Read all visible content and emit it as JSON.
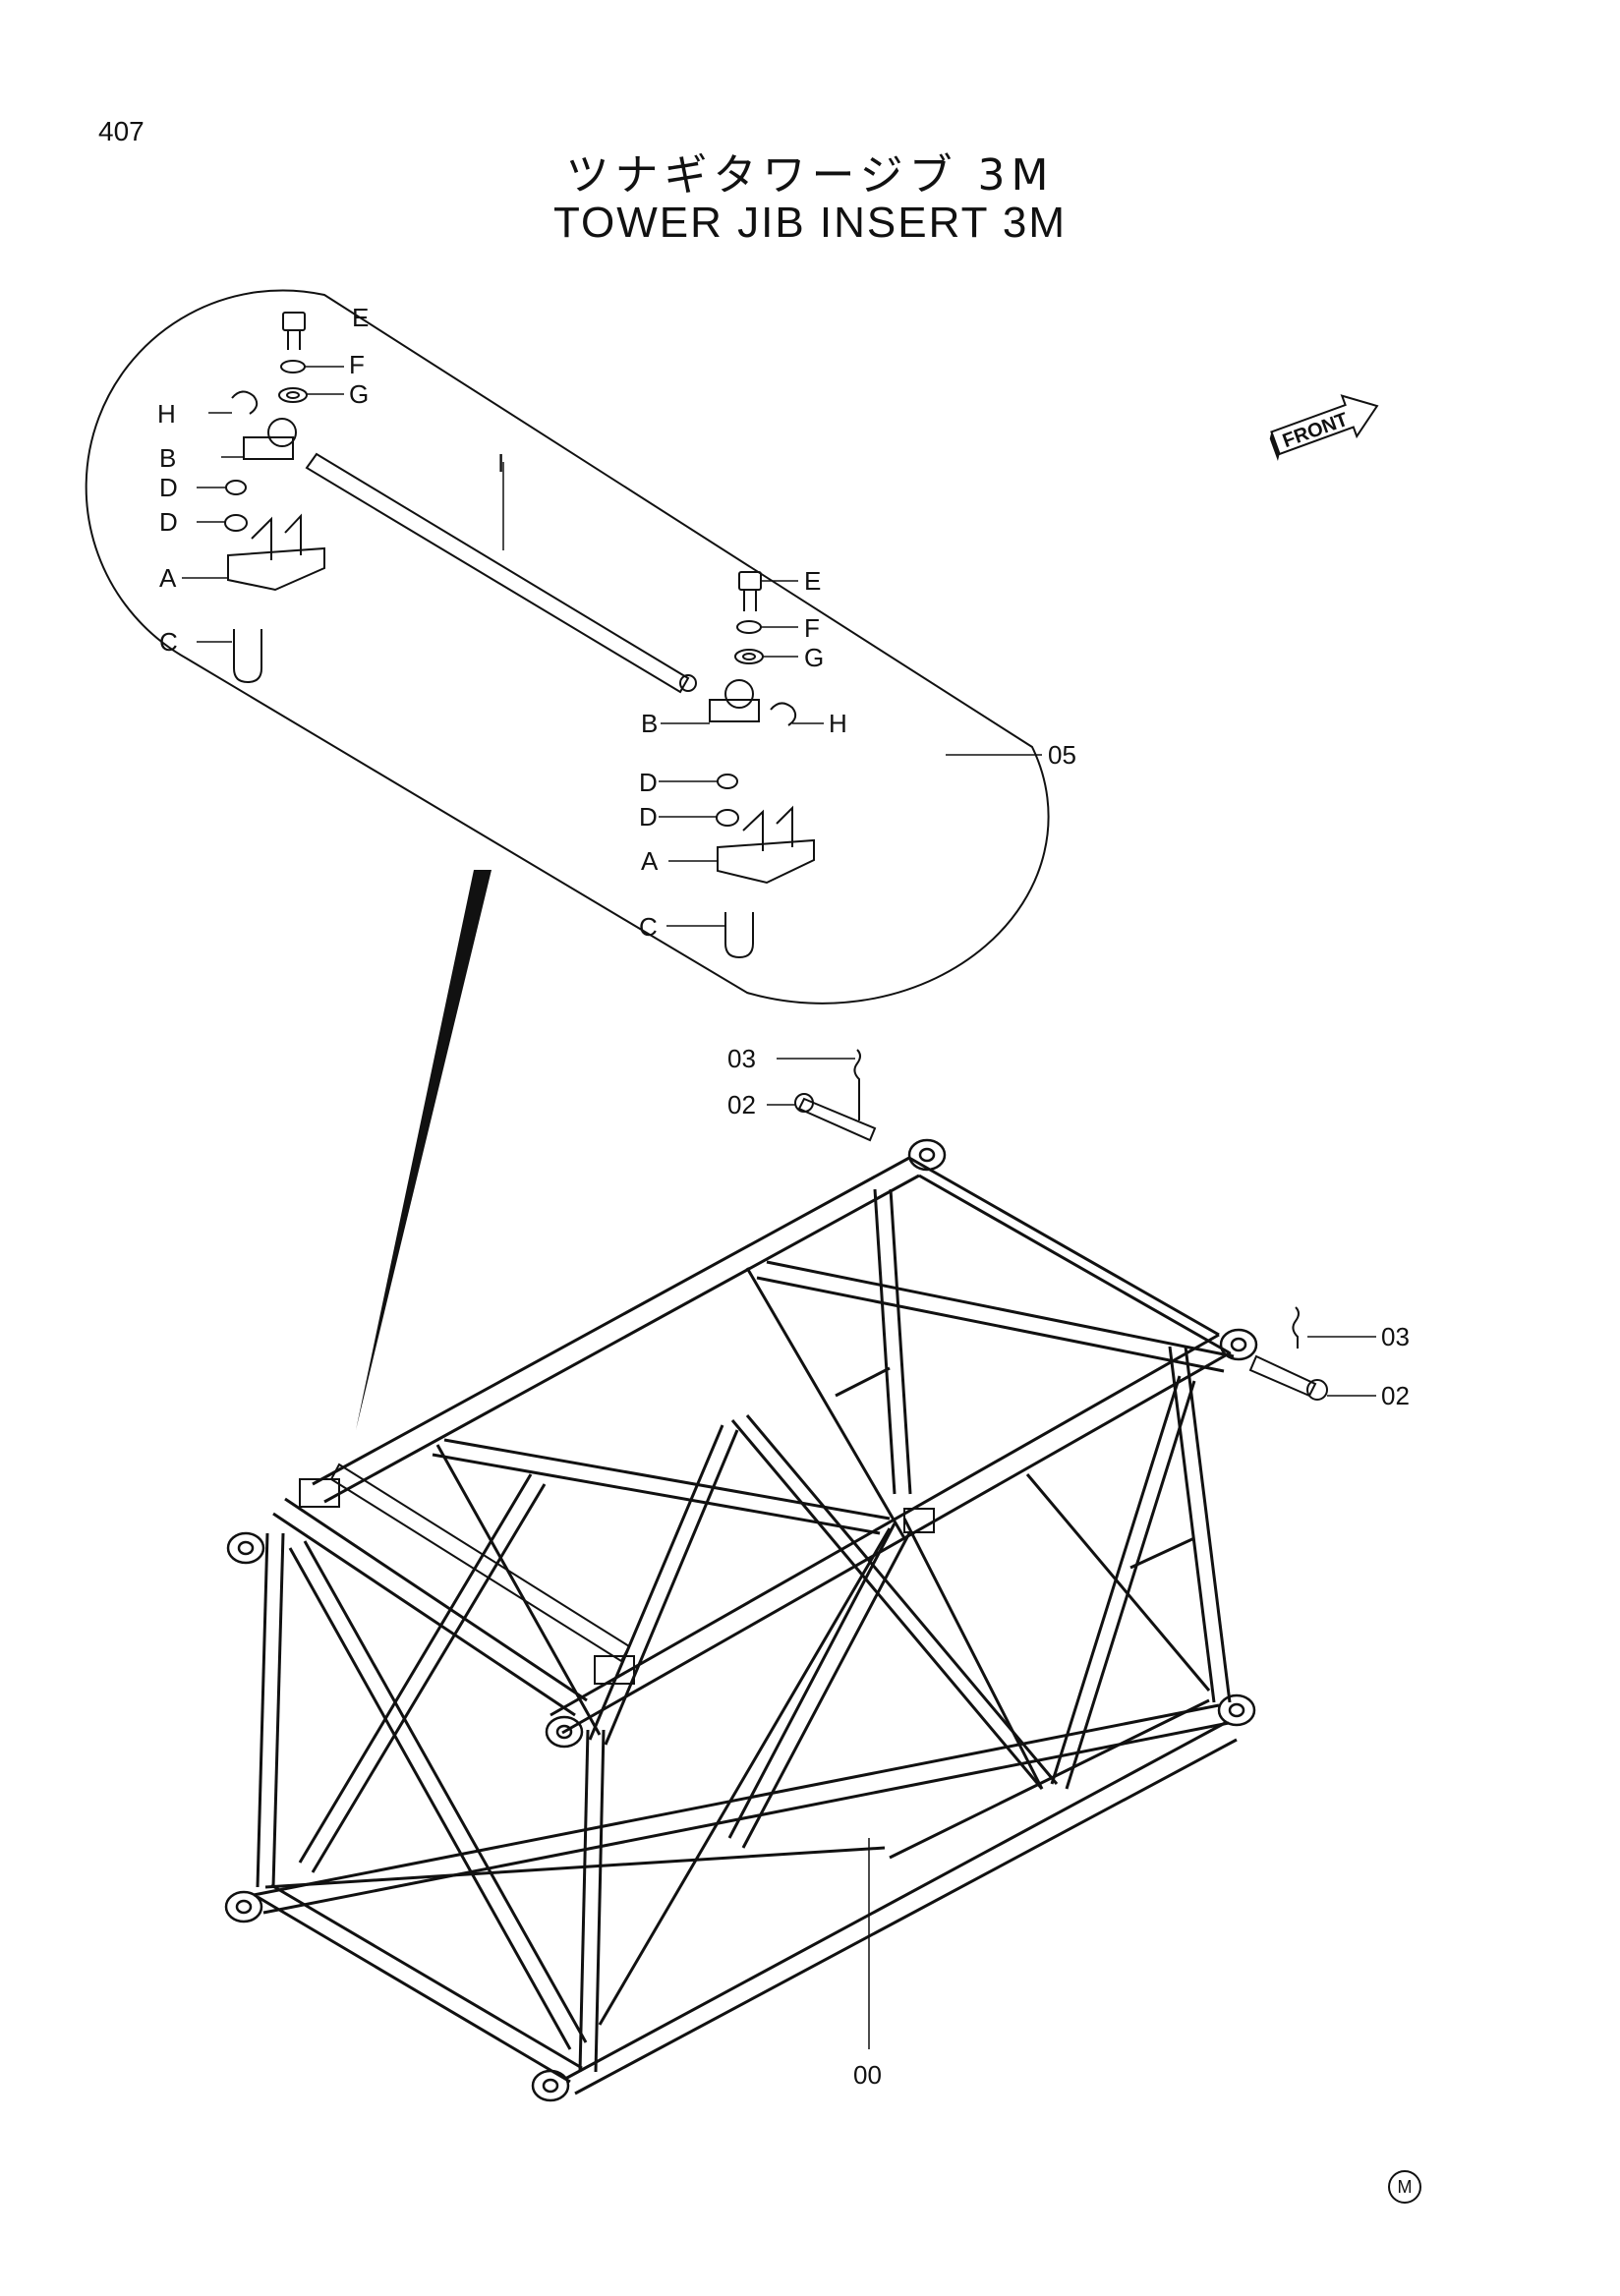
{
  "page_number": "407",
  "title_japanese": "ツナギタワージブ 3M",
  "title_english": "TOWER JIB INSERT 3M",
  "front_marker": "FRONT",
  "detail_callouts": {
    "E1": "E",
    "F1": "F",
    "G1": "G",
    "H1": "H",
    "B1": "B",
    "D1": "D",
    "D2": "D",
    "A1": "A",
    "C1": "C",
    "I": "I",
    "E2": "E",
    "F2": "F",
    "G2": "G",
    "B2": "B",
    "H2": "H",
    "D3": "D",
    "D4": "D",
    "A2": "A",
    "C2": "C"
  },
  "part_callouts": {
    "p05": "05",
    "p03_top": "03",
    "p02_top": "02",
    "p03_right": "03",
    "p02_right": "02",
    "p00": "00"
  },
  "corner_mark": "M"
}
